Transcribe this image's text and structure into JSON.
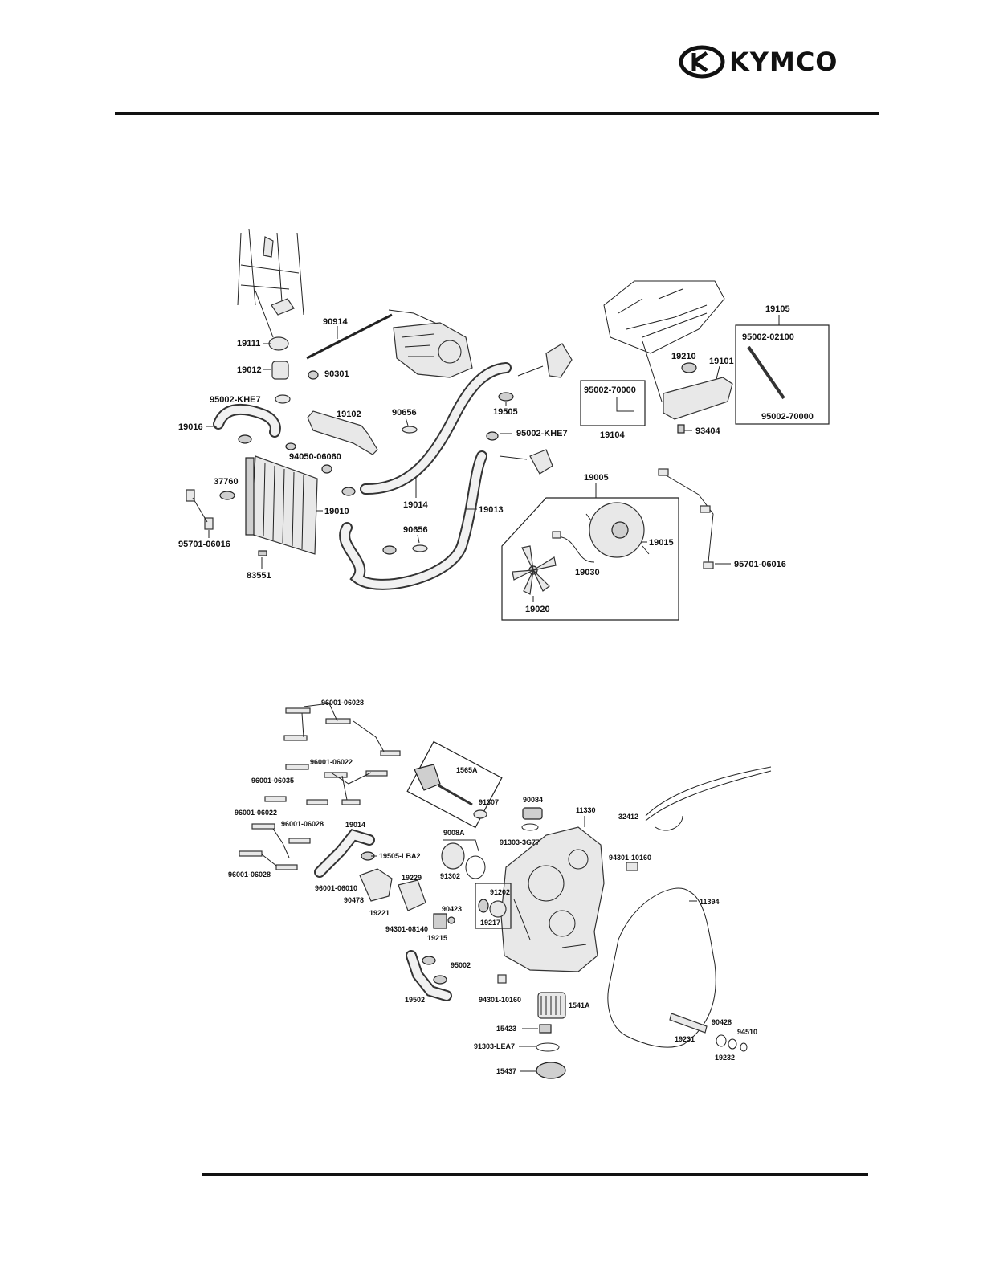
{
  "brand": {
    "name": "KYMCO"
  },
  "upper": {
    "labels": {
      "l19111": "19111",
      "l19012": "19012",
      "l90914": "90914",
      "l90301": "90301",
      "l95002khe7a": "95002-KHE7",
      "l19016": "19016",
      "l19102": "19102",
      "l90656a": "90656",
      "l94050": "94050-06060",
      "l37760": "37760",
      "l19010": "19010",
      "l95701a": "95701-06016",
      "l83551": "83551",
      "l19014": "19014",
      "l19013": "19013",
      "l90656b": "90656",
      "l19505": "19505",
      "l95002khe7b": "95002-KHE7",
      "l19105": "19105",
      "l95002_02100": "95002-02100",
      "l95002_70000a": "95002-70000",
      "l19104": "19104",
      "l19210": "19210",
      "l19101": "19101",
      "l93404": "93404",
      "l95002_70000b": "95002-70000",
      "l19005": "19005",
      "l19015": "19015",
      "l19030": "19030",
      "l19020": "19020",
      "l95701b": "95701-06016"
    }
  },
  "lower": {
    "labels": {
      "l96001_06028a": "96001-06028",
      "l96001_06022a": "96001-06022",
      "l96001_06035": "96001-06035",
      "l96001_06022b": "96001-06022",
      "l96001_06028b": "96001-06028",
      "l96001_06028c": "96001-06028",
      "l1565a": "1565A",
      "l91307": "91307",
      "l19014": "19014",
      "l19505lba2": "19505-LBA2",
      "l96001_06010": "96001-06010",
      "l90478": "90478",
      "l19221": "19221",
      "l19229": "19229",
      "l9008a": "9008A",
      "l91302": "91302",
      "l90084": "90084",
      "l91303_3g77": "91303-3G77",
      "l11330": "11330",
      "l32412": "32412",
      "l94301_10160a": "94301-10160",
      "l91202": "91202",
      "l19217": "19217",
      "l90423": "90423",
      "l94301_08140": "94301-08140",
      "l19215": "19215",
      "l11394": "11394",
      "l95002": "95002",
      "l19502": "19502",
      "l94301_10160b": "94301-10160",
      "l1541a": "1541A",
      "l15423": "15423",
      "l91303_lea7": "91303-LEA7",
      "l15437": "15437",
      "l90428": "90428",
      "l94510": "94510",
      "l19231": "19231",
      "l19232": "19232"
    }
  }
}
